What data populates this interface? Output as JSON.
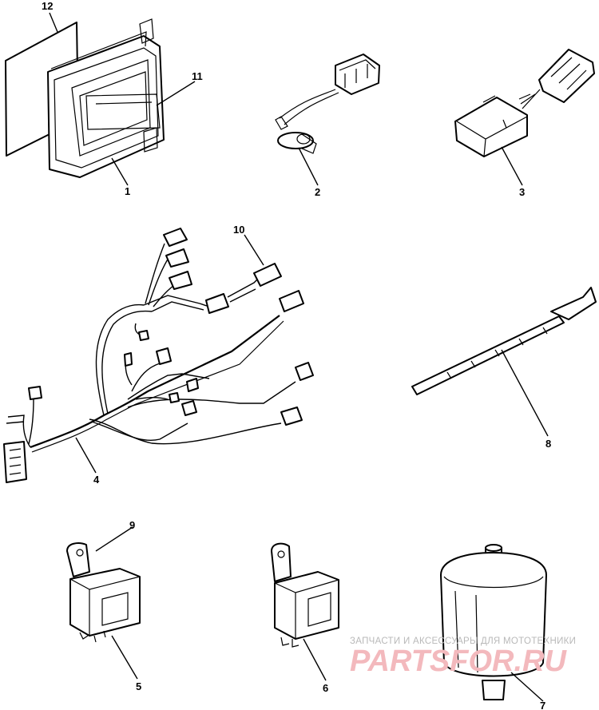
{
  "callouts": {
    "c1": "1",
    "c2": "2",
    "c3": "3",
    "c4": "4",
    "c5": "5",
    "c6": "6",
    "c7": "7",
    "c8": "8",
    "c9": "9",
    "c10": "10",
    "c11": "11",
    "c12": "12"
  },
  "watermark": {
    "tagline": "ЗАПЧАСТИ И АКСЕССУАРЫ ДЛЯ МОТОТЕХНИКИ",
    "brand": "PARTSFOR.RU"
  },
  "colors": {
    "line": "#000000",
    "background": "#ffffff",
    "watermark_tagline": "#b9b9b9",
    "watermark_brand": "#f3b9bd"
  }
}
